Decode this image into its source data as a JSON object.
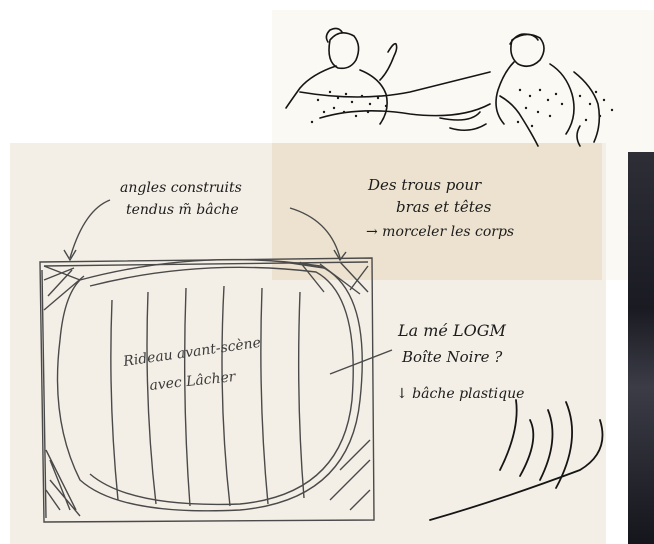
{
  "sketch": {
    "top_right_note": {
      "line1": "Des trous pour",
      "line2": "bras et têtes",
      "line3": "→ morceler les corps"
    },
    "top_left_note": {
      "line1": "angles construits",
      "line2": "tendus m̃ bâche"
    },
    "center_label": {
      "line1": "Rideau avant-scène",
      "line2": "avec Lâcher"
    },
    "right_note": {
      "line1": "La mé LOGM",
      "line2": "Boîte Noire ?",
      "line3": "↓ bâche plastique"
    }
  }
}
